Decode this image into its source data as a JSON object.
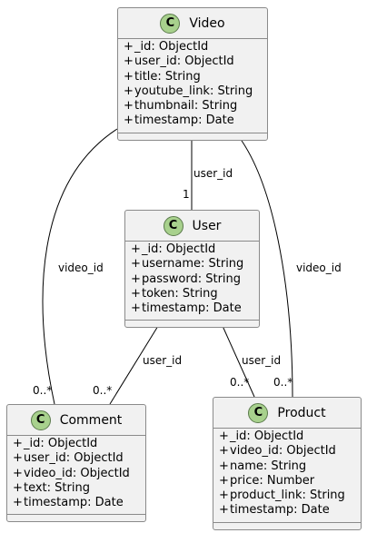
{
  "classes": {
    "video": {
      "badge": "C",
      "name": "Video",
      "fields": [
        {
          "vis": "+",
          "text": "_id: ObjectId"
        },
        {
          "vis": "+",
          "text": "user_id: ObjectId"
        },
        {
          "vis": "+",
          "text": "title: String"
        },
        {
          "vis": "+",
          "text": "youtube_link: String"
        },
        {
          "vis": "+",
          "text": "thumbnail: String"
        },
        {
          "vis": "+",
          "text": "timestamp: Date"
        }
      ]
    },
    "user": {
      "badge": "C",
      "name": "User",
      "fields": [
        {
          "vis": "+",
          "text": "_id: ObjectId"
        },
        {
          "vis": "+",
          "text": "username: String"
        },
        {
          "vis": "+",
          "text": "password: String"
        },
        {
          "vis": "+",
          "text": "token: String"
        },
        {
          "vis": "+",
          "text": "timestamp: Date"
        }
      ]
    },
    "comment": {
      "badge": "C",
      "name": "Comment",
      "fields": [
        {
          "vis": "+",
          "text": "_id: ObjectId"
        },
        {
          "vis": "+",
          "text": "user_id: ObjectId"
        },
        {
          "vis": "+",
          "text": "video_id: ObjectId"
        },
        {
          "vis": "+",
          "text": "text: String"
        },
        {
          "vis": "+",
          "text": "timestamp: Date"
        }
      ]
    },
    "product": {
      "badge": "C",
      "name": "Product",
      "fields": [
        {
          "vis": "+",
          "text": "_id: ObjectId"
        },
        {
          "vis": "+",
          "text": "video_id: ObjectId"
        },
        {
          "vis": "+",
          "text": "name: String"
        },
        {
          "vis": "+",
          "text": "price: Number"
        },
        {
          "vis": "+",
          "text": "product_link: String"
        },
        {
          "vis": "+",
          "text": "timestamp: Date"
        }
      ]
    }
  },
  "relations": {
    "video_user": {
      "label": "user_id",
      "multiplicity_user": "1"
    },
    "video_comment": {
      "label": "video_id",
      "multiplicity_comment": "0..*"
    },
    "video_product": {
      "label": "video_id",
      "multiplicity_product": "0..*"
    },
    "user_comment": {
      "label": "user_id",
      "multiplicity_comment": "0..*"
    },
    "user_product": {
      "label": "user_id",
      "multiplicity_product": "0..*"
    }
  },
  "colors": {
    "class_background": "#f1f1f1",
    "class_border": "#8a8a8a",
    "badge_fill": "#a8d18d",
    "line": "#000000"
  }
}
